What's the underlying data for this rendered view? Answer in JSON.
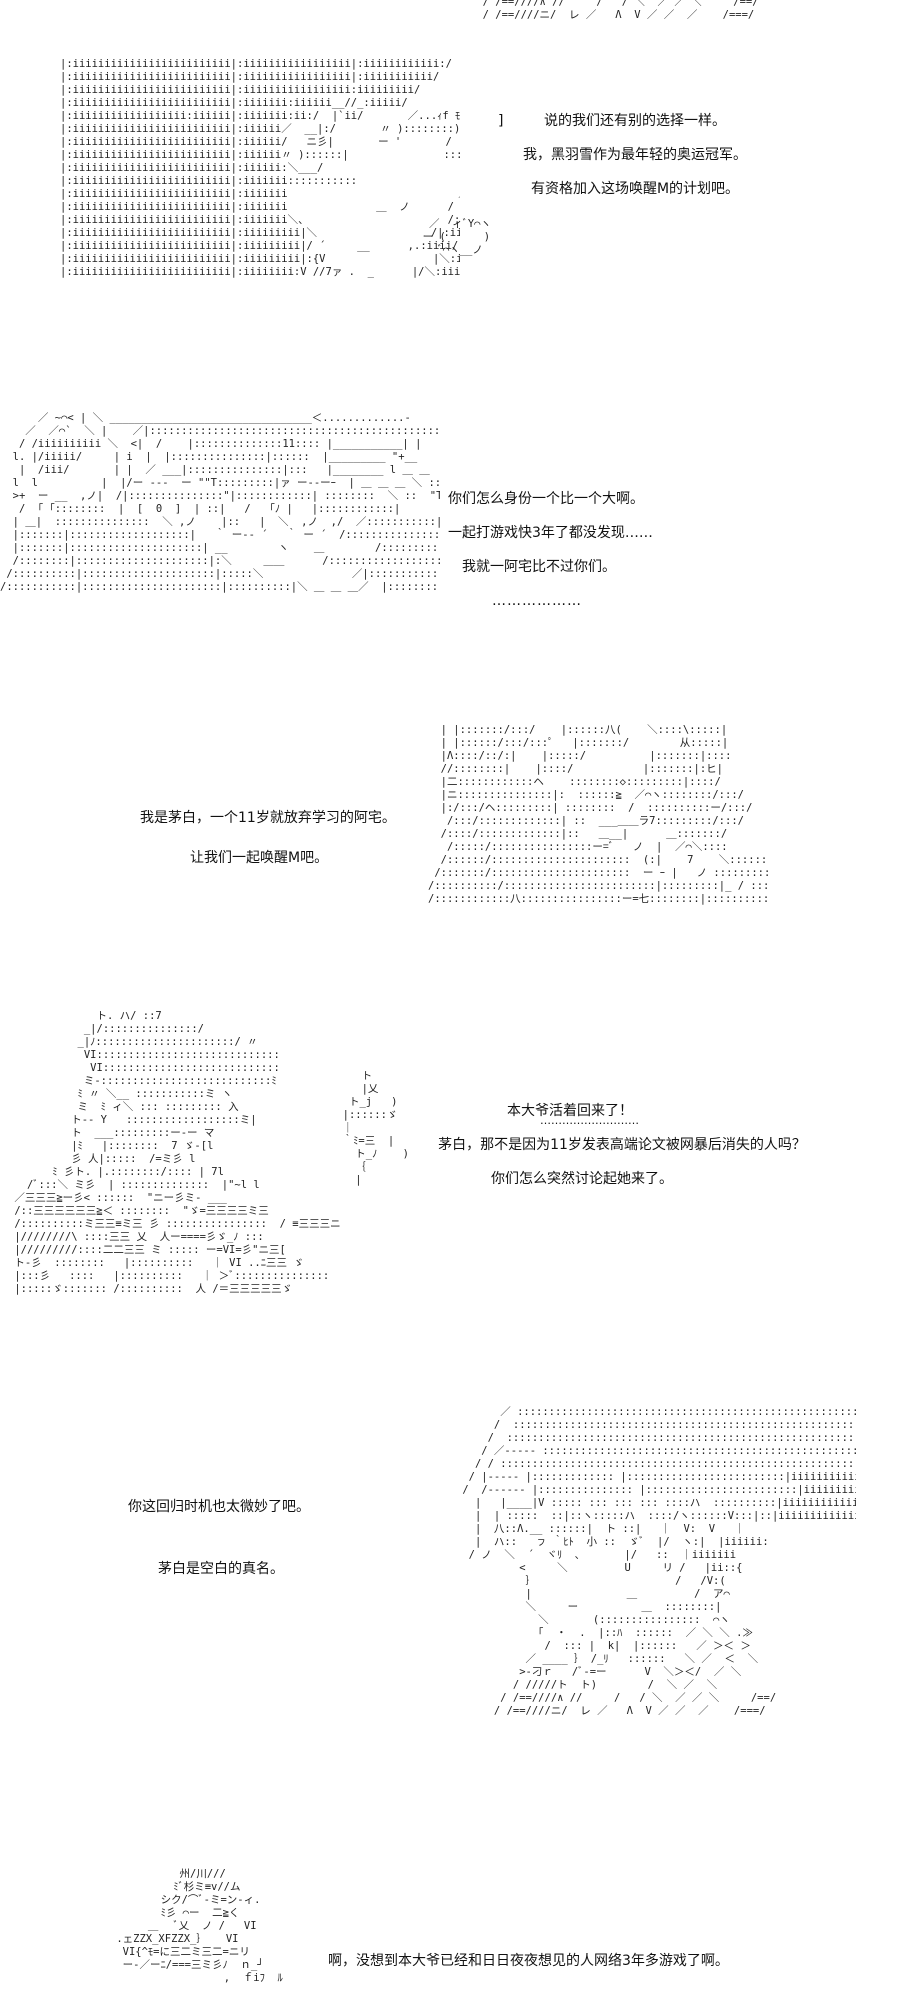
{
  "panels": [
    {
      "id": "p0",
      "art_top": "  / /==////∧ //     /   / ＼  ／ ／ ＼     /==/\n  / /==////ニ/  レ ／   Λ  V ／ ／  ／    /===/",
      "art": "|:iiiiiiiiiiiiiiiiiiiiiiiii|:iiiiiiiiiiiiiiiii|:iiiiiiiiiiii:/    ＼i:i＼:iiiiiiiVI:iiiiiiiiiiii,    ＼\n|:iiiiiiiiiiiiiiiiiiiiiiiii|:iiiiiiiiiiiiiiiii|:iiiiiiiiiii/       VIiiI ー-iiiiiiVI:iiiiiiiiiiiii,\n|:iiiiiiiiiiiiiiiiiiiiiiiii|:iiiiiiiiiiiiiiiii:iiiiiiiii/       ／ VI:  VI:i:iiiiiiiiiiiiiiiiiii\n|:iiiiiiiiiiiiiiiiiiiiiiiii|:iiiiiii:iiiiii__//_:iiiii/        (|   VIii:i:iiiiiiVI:iiiiiiiiii\n|:iiiiiiiiiiiiiiiiii:iiiiii|:iiiiiii:ii:/  |`ii/       ／...ｨf ﾓ ｯVI:iiiiiiiiiiiiVI:iiiiiiiii\n|:iiiiiiiiiiiiiiiiiiiiiiiii|:iiiiii／  __|:/       〃 )::::::::)/^|(|:iiiiiiiiiii|VI:iiiiiiiiiii\n|:iiiiiiiiiiiiiiiiiiiiiiiii|:iiiiii/   ニ彡|       ー '       /    |:iiiiiiiiiii:i| VI:iiiiiiii\n|:iiiiiiiiiiiiiiiiiiiiiiiii|:iiiiii〃 )::::::|               ::::::::::::::|:iiiiiiiiiii:|  |:iiiiiiiii\n|:iiiiiiiiiiiiiiiiiiiiiiiii|:iiiiii:＼___/                          |:iiiiiiiiii:|  |/\n|:iiiiiiiiiiiiiiiiiiiiiiiii|:iiiiiii:::::::::::                       /:iiiiiiiiiii|\n|:iiiiiiiiiiiiiiiiiiiiiiiii|:iiiiiii                           ／|:iiiiiiiiiiii\n|:iiiiiiiiiiiiiiiiiiiiiiiii|:iiiiiii              ＿  ノ      /  |:iiiiiiiiiiii\n|:iiiiiiiiiiiiiiiiiiiiiiiii|:iiiiiii＼、                      /:iiiiiiiiiiiiii\n|:iiiiiiiiiiiiiiiiiiiiiiiii|:iiiiiiiii|＼                  /|:iiiiiiiiiiiiiiii\n|:iiiiiiiiiiiiiiiiiiiiiiiii|:iiiiiiiii|/ ´     __      ,.:iiii/|:iiiiiiiiiiiiiiii\n|:iiiiiiiiiiiiiiiiiiiiiiiii|:iiiiiiiii|:{V                 |＼:iiiiiiiiiiiiiiiiii\n|:iiiiiiiiiiiiiiiiiiiiiiiii|:iiiiiiii:V //7ァ .  _      |/＼:iiiiiiiiiiiiiiiii",
      "art_bubble": "   ／  ィﾞY⌒ヽ\n  ー (      )\n     ﾞ⌒ヽ__ノ",
      "lines": [
        "说的我们还有别的选择一样。",
        "我，黑羽雪作为最年轻的奥运冠军。",
        "有资格加入这场唤醒M的计划吧。"
      ],
      "bracket": "]"
    },
    {
      "id": "p1",
      "art": "      ／ ~⌒< | ＼ ________________________________＜.............-\n    ／  ／⌒`  ＼ |    ／|:::::::::::::::::::::::::::::::::::::::::::::::::| ／⌒ ＼\n   / /iiiiiiiiii ＼  <|  /    |::::::::::::::11:::: |___________| |    ＼\n  l. |/iiiii/     | i  |  |:::::::::::::::|::::::  |_________ \"+__      ＼\n   |  /iii/       | |  ／ ___|:::::::::::::::|:::   |________ l ＿ ＿   レ<\n  l  l          |  |/ー ---  ー \"\"T:::::::::|ァ ー--ーｰ  | ＿ ＿ ＿ ＼ ::::>\n  >+  ー __  ,ノ|  /|:::::::::::::::\"|::::::::::::| ::::::::  ＼ ::  \"T7::::::::「T7\n   /  ｢ ｢::::::::  |  [  0  ]  | ::|   /   ｢ﾉ |   |::::::::::::|   \n  | ＿|  :::::::::::::::  ＼ ,ノ    |::   |  ＼  ,ノ  ,/  ／:::::::::::|  \n  |:::::::|:::::::::::::::::::|   ｀ ー‐‐ ´   ｀ ー ´  /:::::::::::::::::|\n  |:::::::|:::::::::::::::::::::| __        ヽ    ＿        /:::::::::::::::::::::|\n  /::::::::|:::::::::::::::::::::|:＼     ＿＿      /:::::::::::::::::::::::|\n /::::::::::|:::::::::::::::::::::|:::::＼              ／|:::::::::::::::::::::::|\n/:::::::::::|::::::::::::::::::::::|::::::::::|＼ ＿ ＿ ＿／  |::::::::::::::::::::::::|",
      "lines": [
        "你们怎么身份一个比一个大啊。",
        "一起打游戏快3年了都没发现……",
        "我就一阿宅比不过你们。",
        "………………"
      ]
    },
    {
      "id": "p2",
      "art": "  | |:::::::/:::/    |::::::八(    ＼::::\\:::::|\n  | |::::::/:::/:::ﾟ   |:::::::/        从:::::|\n  |Λ::::/::/:|    |:::::/          |:::::::|::::\n  //::::::::|    |::::/           |:::::::|:ヒ|\n  |二::::::::::::ヘ    ::::::::◇:::::::::|::::/\n  |ニ:::::::::::::::|:  ::::::≧  ／⌒ヽ::::::::/:::/\n  |:/:::/ヘ:::::::::| ::::::::  /  ::::::::::ー/:::/\n   /:::/:::::::::::::| ::  ___＿＿ラ7:::::::::/:::/\n  /::::/:::::::::::::|::   ＿__|      ＿:::::::/\n   /:::::/::::::::::::::::ー=ﾞ   ノ  |  ／⌒＼::::\n  /::::::/::::::::::::::::::::::  (:|    7    ＼:::::::\n /:::::::/::::::::::::::::::::::  ー ｰ |   ノ :::::::::\n/::::::::::/::::::::::::::::::::::::|:::::::::|_ / ::::::\n/::::::::::::八::::::::::::::::ー=七::::::::|:::::::::::::",
      "lines": [
        "我是茅白，一个11岁就放弃学习的阿宅。",
        "让我们一起唤醒M吧。"
      ]
    },
    {
      "id": "p3",
      "art": "              ト. ハ/ ::7\n            _|/:::::::::::::::/\n           _|ﾉ::::::::::::::::::::::/ 〃\n            VI:::::::::::::::::::::::::::::\n             VI::::::::::::::::::::::::::::\n            ミ-:::::::::::::::::::::::::::ﾐ\n           ﾐ 〃 ＼__ :::::::::::ミ ヽ\n           ミ  ﾐ ィ＼ ::: ::::::::: 入\n          ト-- Y   ::::::::::::::::::ミ|\n          ト  ___:::::::::ー-ー マ\n          |ﾐ   |::::::::  7 ゞ-[l\n          彡 人|:::::  /=ミ彡 l\n       ﾐ 彡ト. |.::::::::/:::: | 7l\n   /ﾞ:::＼ ミ彡  | ::::::::::::::  |\"~l l\n ／三三三≧ー彡< ::::::  \"ニー彡ミ‐ ___\n /::三三三三三三≧＜ ::::::::  \"ゞ=三三三三ミ三\n /::::::::::ミ三三≡ミ三 彡 ::::::::::::::::  / ≡三三三ニ\n |////////\\ ::::三三 乂  人ー====彡ゞ_ﾉ ::: \n |/////////::::二二三三 ミ ::::: ー=VI=彡\"ニ三[\n ト-彡  ::::::::   |::::::::::   ｜ VI ..ﾆ三三 ゞ\n |:::彡   ::::   |::::::::::   ｜ ＞ﾞ:::::::::::::::\n |:::::ゞ::::::: /::::::::::  人 /＝三三三三三ゞ",
      "art_side": "     ト\n     |乂\n   ト_j   )\n  |::::::ゞ\n  ｜\n  ｀ﾐ=三  |\n    ト_ﾉ    )\n    ｛\n    |",
      "lines": [
        "本大爷活着回来了！",
        "茅白，那不是因为11岁发表高端论文被网暴后消失的人吗？",
        "你们怎么突然讨论起她来了。"
      ],
      "dots": "………………………"
    },
    {
      "id": "p4",
      "art": "       ／ ::::::::::::::::::::::::::::::::::::::::::::::::::::::::::::::::::::::::::＼\n      /  ::::::::::::::::::::::::::::::::::::::::::::::::::::::::::::::::::::::::::::::::::::\n     /  :::::::::::::::::::::::::::::::::::::::::::::::::::::::::::::::::::::::::::::::::::::::\n    / ／----- :::::::::::::::::::::::::::::::::::::::::::::::::::::::::::::::::::::::::::|\n   / / ::::::::::::::::::::::::::::::::::::::::::::::::::::::::::::::::::::::::::::::::::::\n  / |----- |::::::::::::: |:::::::::::::::::::::::::|iiiiiiiiiiiii::::::::::::::::\n /  /------ |::::::::::::::: |::::::::::::::::::::::::|iiiiiiiiiiiiiiiiiiiiiiiii\n   |   |____|V ::::: ::: ::: ::: ::::ハ  ::::::::::|iiiiiiiiiiiiiiii|iiiiiiii\n   |  | :::::  ::|::ヽ:::::ハ  ::::/ヽ::::::V:::|::|iiiiiiiiiiiiiiii\n   |  八::Λ.__ ::::::|  ト ::|   ｜  V:  V   ｜\n   |  ハ::   ㇷ ｀ﾋﾄ  小 ::  ゞﾞ  |/  ヽ:|  |iiiiii:\n  / ノ  ＼  ´  ヾﾘ  ､       |/   ::  ｜iiiiiii\n          <     ＼         U     リ /   |ii::{\n           ｝                      /   /V:(\n           |               ＿         /  ア⌒\n           ＼     ー          ＿  ::::::::|\n             ＼       (::::::::::::::::  ⌒ヽ\n             ｢  ・  .  |::ﾊ  ::::::  ／ ＼ ＼ .≫\n              /  ::: |  k|  |::::::   ／ ＞＜ ＞\n           ／ ____ ｝ /_ﾘ   ::::::   ＼ ／  ＜  ＼\n          >-刁ｒ   /ﾞ-=ー      V  ＼＞＜/  ／ ＼\n         / /////ト  ト)        /  ＼ ／  ＼\n       / /==////∧ //     /   / ＼  ／ ／ ＼     /==/\n      / /==////ニ/  レ ／   Λ  V ／ ／  ／    /===/",
      "lines": [
        "你这回归时机也太微妙了吧。",
        "茅白是空白的真名。"
      ]
    },
    {
      "id": "p5",
      "art": "           州/川///\n          ﾐﾞ杉ミ≡v//ム\n        シク/⌒ﾞ-ミ=ン-ィ.\n        ﾐ彡 ⌒ー  二≧く  \n      ＿   ﾞ乂  ノ /   VI\n .ェZZX_XFZZX_｝   VI\n  VI{^ﾓ=に三二ミ三二=ニリ\n  ー-／ーﾆ/===三ミ彡ﾉ  ｎ_┘\n                  ,  ｆiﾌ  ﾙ",
      "lines": [
        "啊，没想到本大爷已经和日日夜夜想见的人网络3年多游戏了啊。"
      ]
    }
  ]
}
